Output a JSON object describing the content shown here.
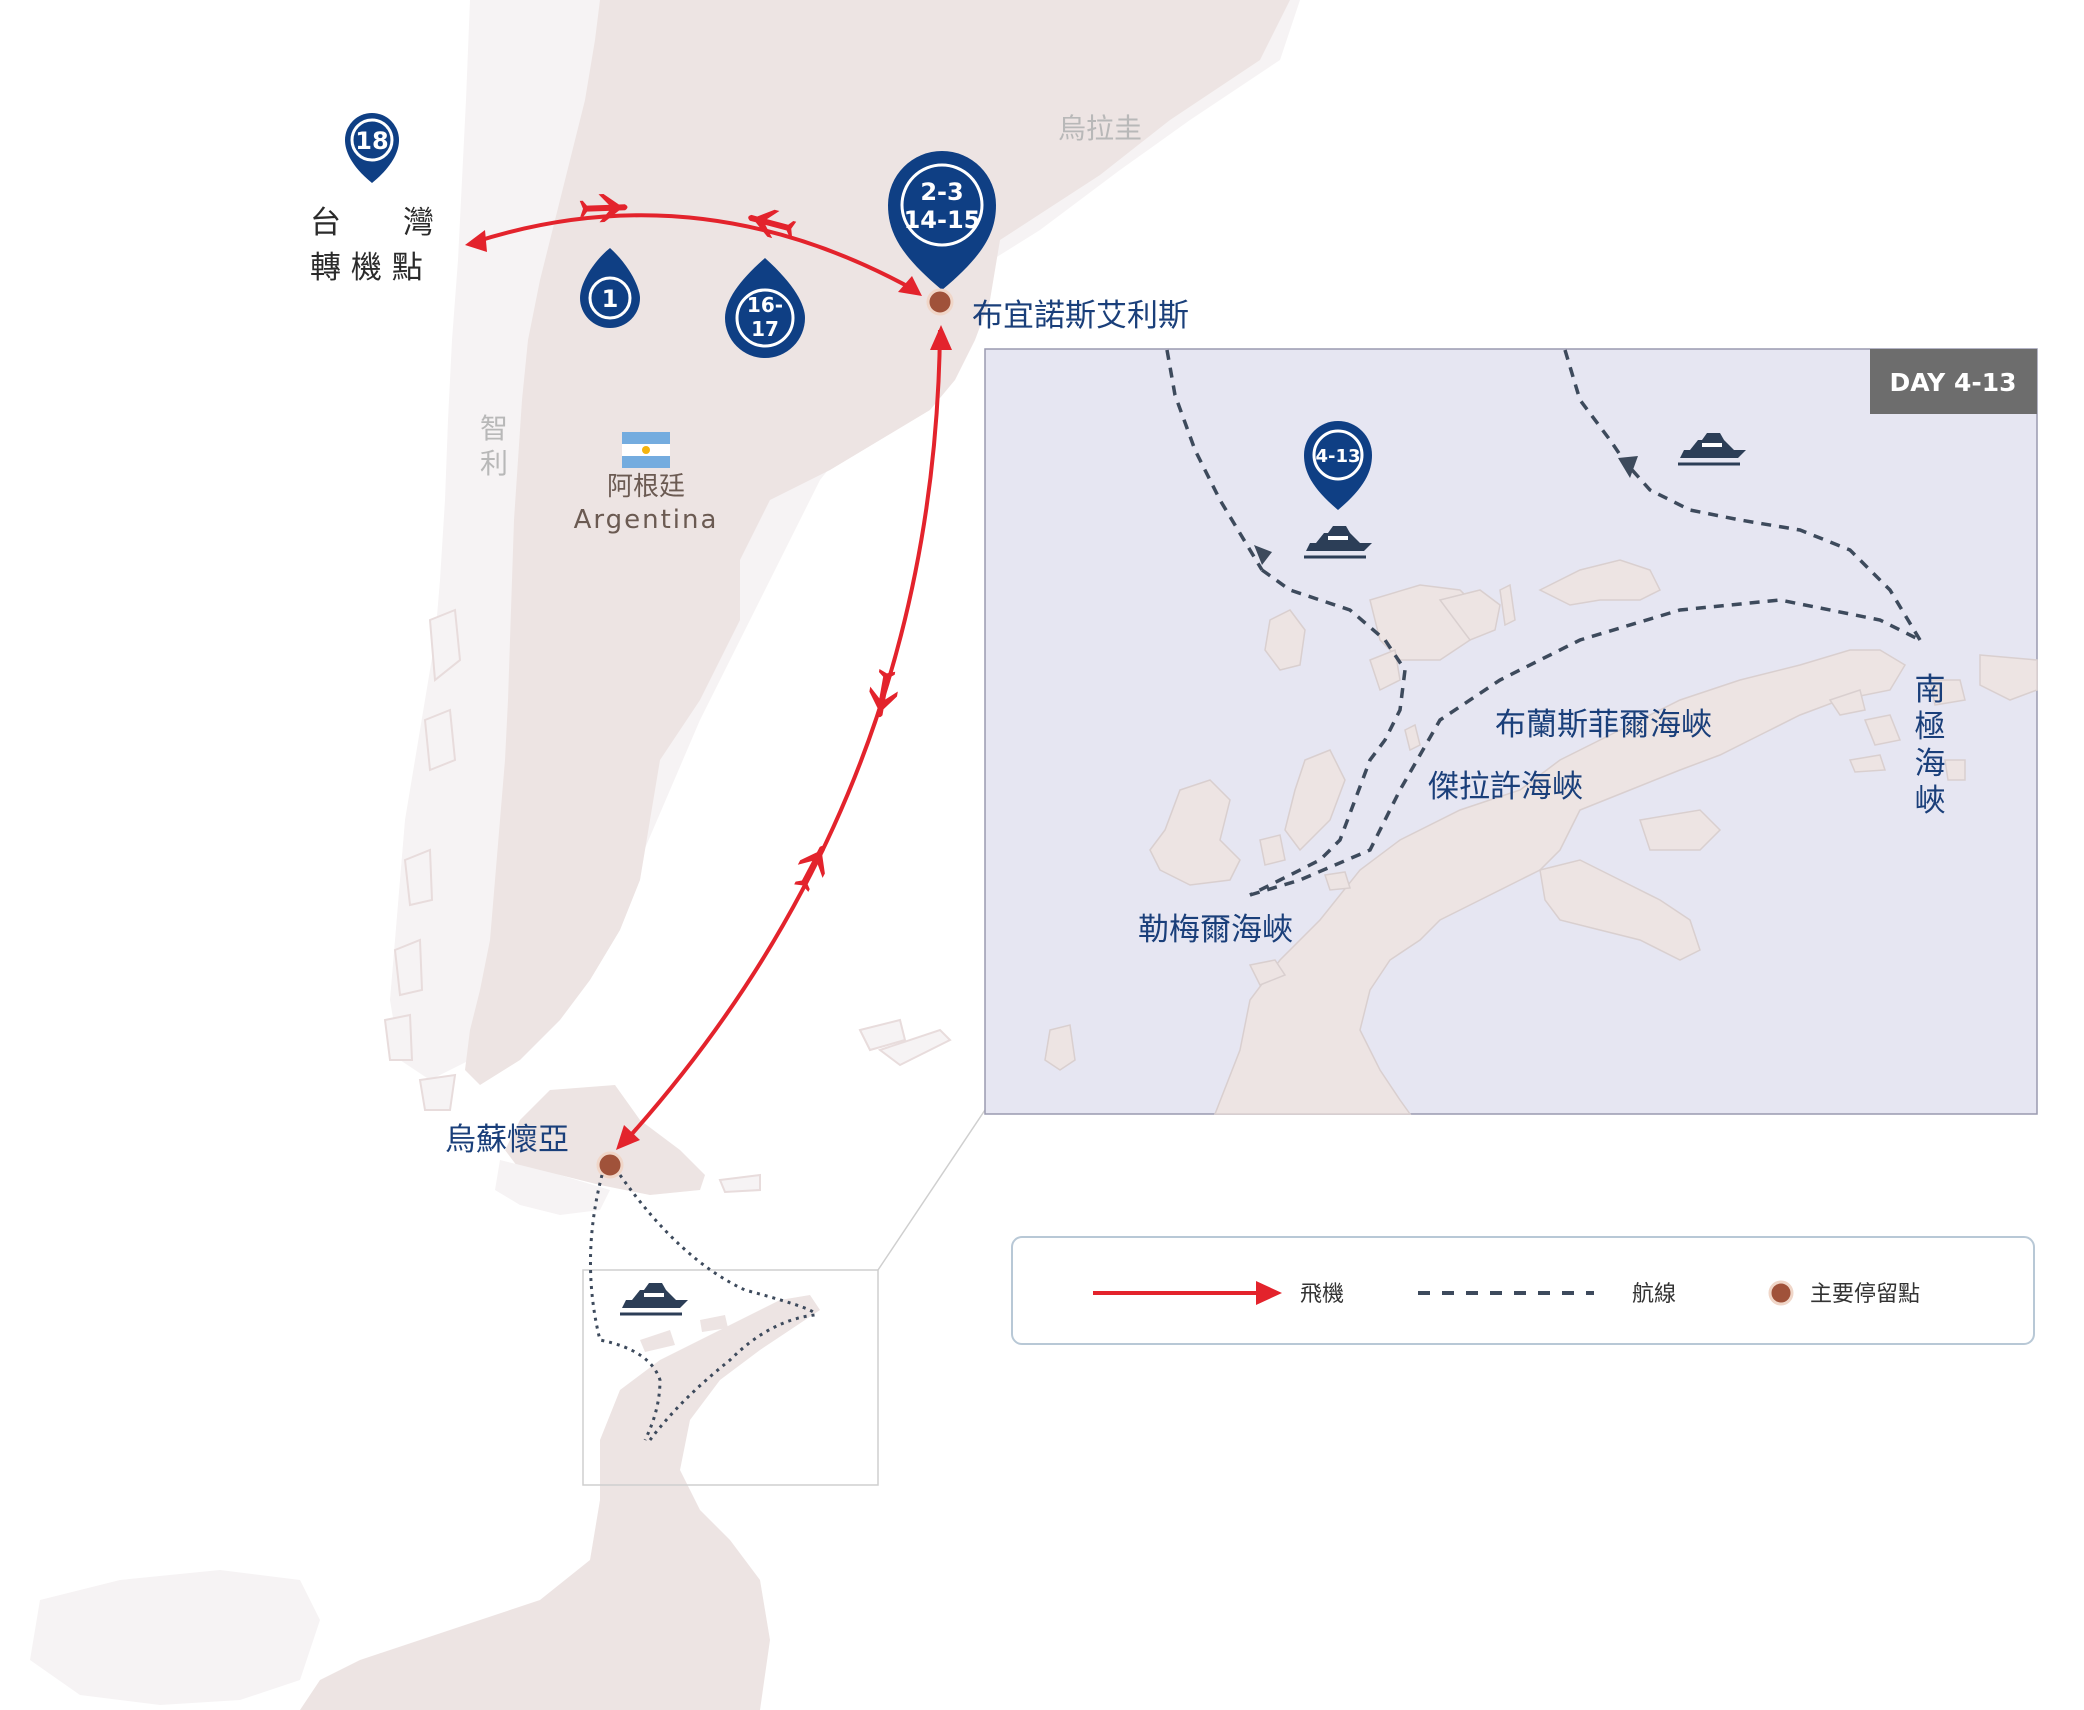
{
  "labels": {
    "taiwan_line1": "台　　灣",
    "taiwan_line2": "轉 機 點",
    "uruguay": "烏拉圭",
    "chile_1": "智",
    "chile_2": "利",
    "argentina_cn": "阿根廷",
    "argentina_en": "Argentina",
    "buenos_aires": "布宜諾斯艾利斯",
    "ushuaia": "烏蘇懷亞",
    "bransfield": "布蘭斯菲爾海峽",
    "gerlache": "傑拉許海峽",
    "lemaire": "勒梅爾海峽",
    "antarctic_1": "南",
    "antarctic_2": "極",
    "antarctic_3": "海",
    "antarctic_4": "峽"
  },
  "pins": {
    "day18": "18",
    "day1": "1",
    "day16_a": "16-",
    "day16_b": "17",
    "ba_a": "2-3",
    "ba_b": "14-15",
    "inset": "4-13"
  },
  "inset": {
    "badge": "DAY 4-13"
  },
  "legend": {
    "flight": "飛機",
    "route": "航線",
    "stop": "主要停留點"
  },
  "colors": {
    "flight": "#e3232c",
    "route": "#3d4a5c",
    "pin": "#0f3f84",
    "stop": "#a0523a",
    "land": "#ede4e3",
    "land_light": "#f6f3f4",
    "sea_inset": "#e6e6f2"
  },
  "icons": [
    "airplane-icon",
    "ship-icon",
    "map-pin-icon",
    "flag-icon"
  ]
}
